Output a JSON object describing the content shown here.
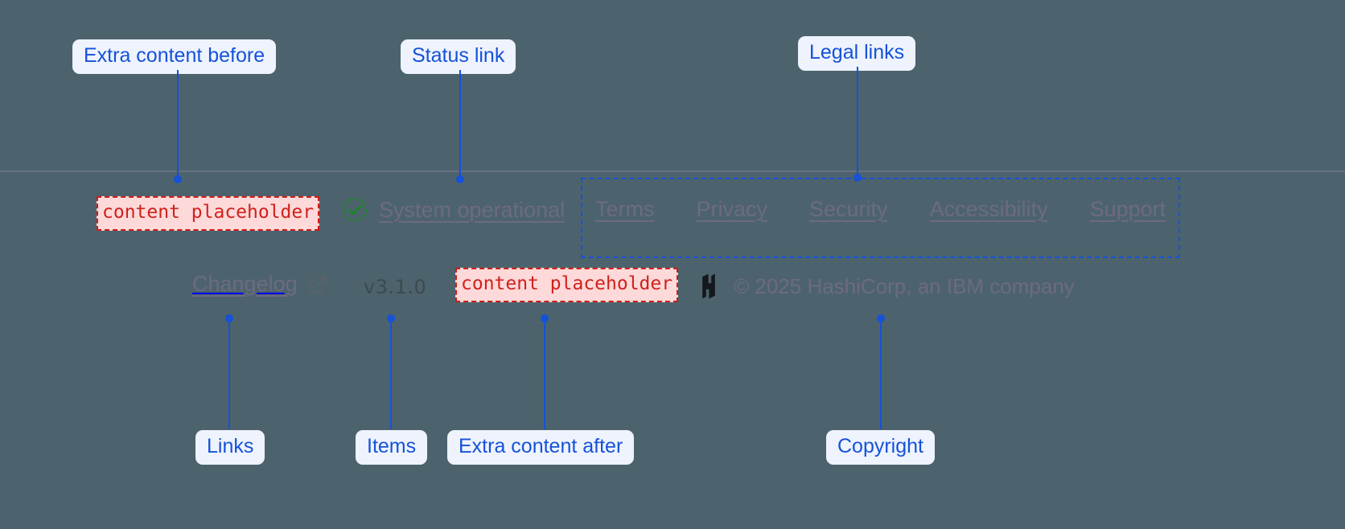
{
  "page": {
    "background_color": "#4c636d",
    "accent_color": "#1552d8",
    "placeholder_color": "#d0211c",
    "muted_color": "#6d6a82"
  },
  "annotations": {
    "extra_before": "Extra content before",
    "status_link": "Status link",
    "legal_links": "Legal links",
    "links": "Links",
    "items": "Items",
    "extra_after": "Extra content after",
    "copyright": "Copyright"
  },
  "footer": {
    "content_before": "content placeholder",
    "content_after": "content placeholder",
    "status": {
      "icon": "check-circle-icon",
      "label": "System operational"
    },
    "legal": [
      {
        "label": "Terms"
      },
      {
        "label": "Privacy"
      },
      {
        "label": "Security"
      },
      {
        "label": "Accessibility"
      },
      {
        "label": "Support"
      }
    ],
    "changelog": {
      "label": "Changelog",
      "icon": "external-link-icon"
    },
    "version": "v3.1.0",
    "brand": {
      "logo": "hashicorp-logo",
      "copyright": "© 2025 HashiCorp, an IBM company"
    }
  }
}
